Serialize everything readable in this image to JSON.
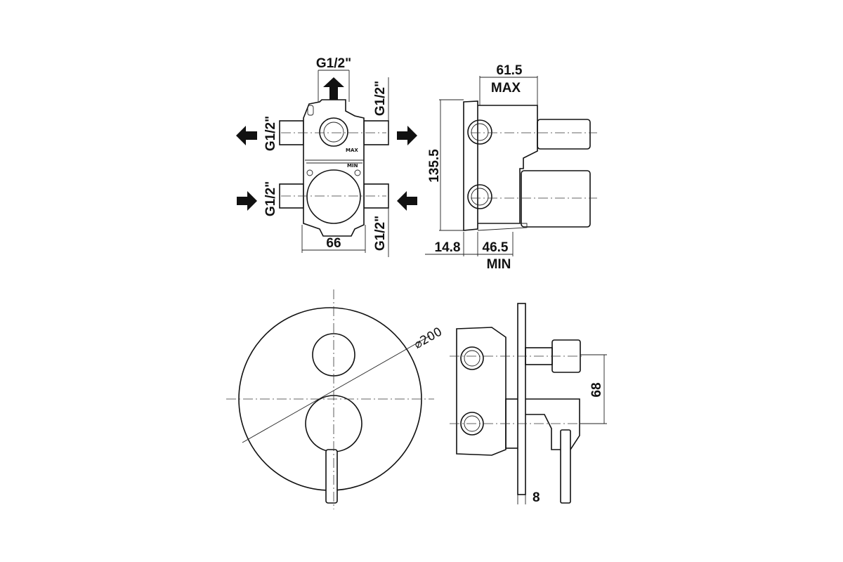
{
  "front_view": {
    "top_outlet_label": "G1/2\"",
    "left_top_label": "G1/2\"",
    "left_bottom_label": "G1/2\"",
    "right_top_label": "G1/2\"",
    "right_bottom_label": "G1/2\"",
    "width_dim": "66",
    "max_mark": "MAX",
    "min_mark": "MIN"
  },
  "side_view": {
    "depth_max_dim": "61.5",
    "depth_max_label": "MAX",
    "height_dim": "135.5",
    "plate_dim": "14.8",
    "depth_min_dim": "46.5",
    "depth_min_label": "MIN"
  },
  "assembly_front": {
    "diameter_dim": "⌀200"
  },
  "assembly_side": {
    "spacing_dim": "68",
    "plate_thickness_dim": "8"
  }
}
